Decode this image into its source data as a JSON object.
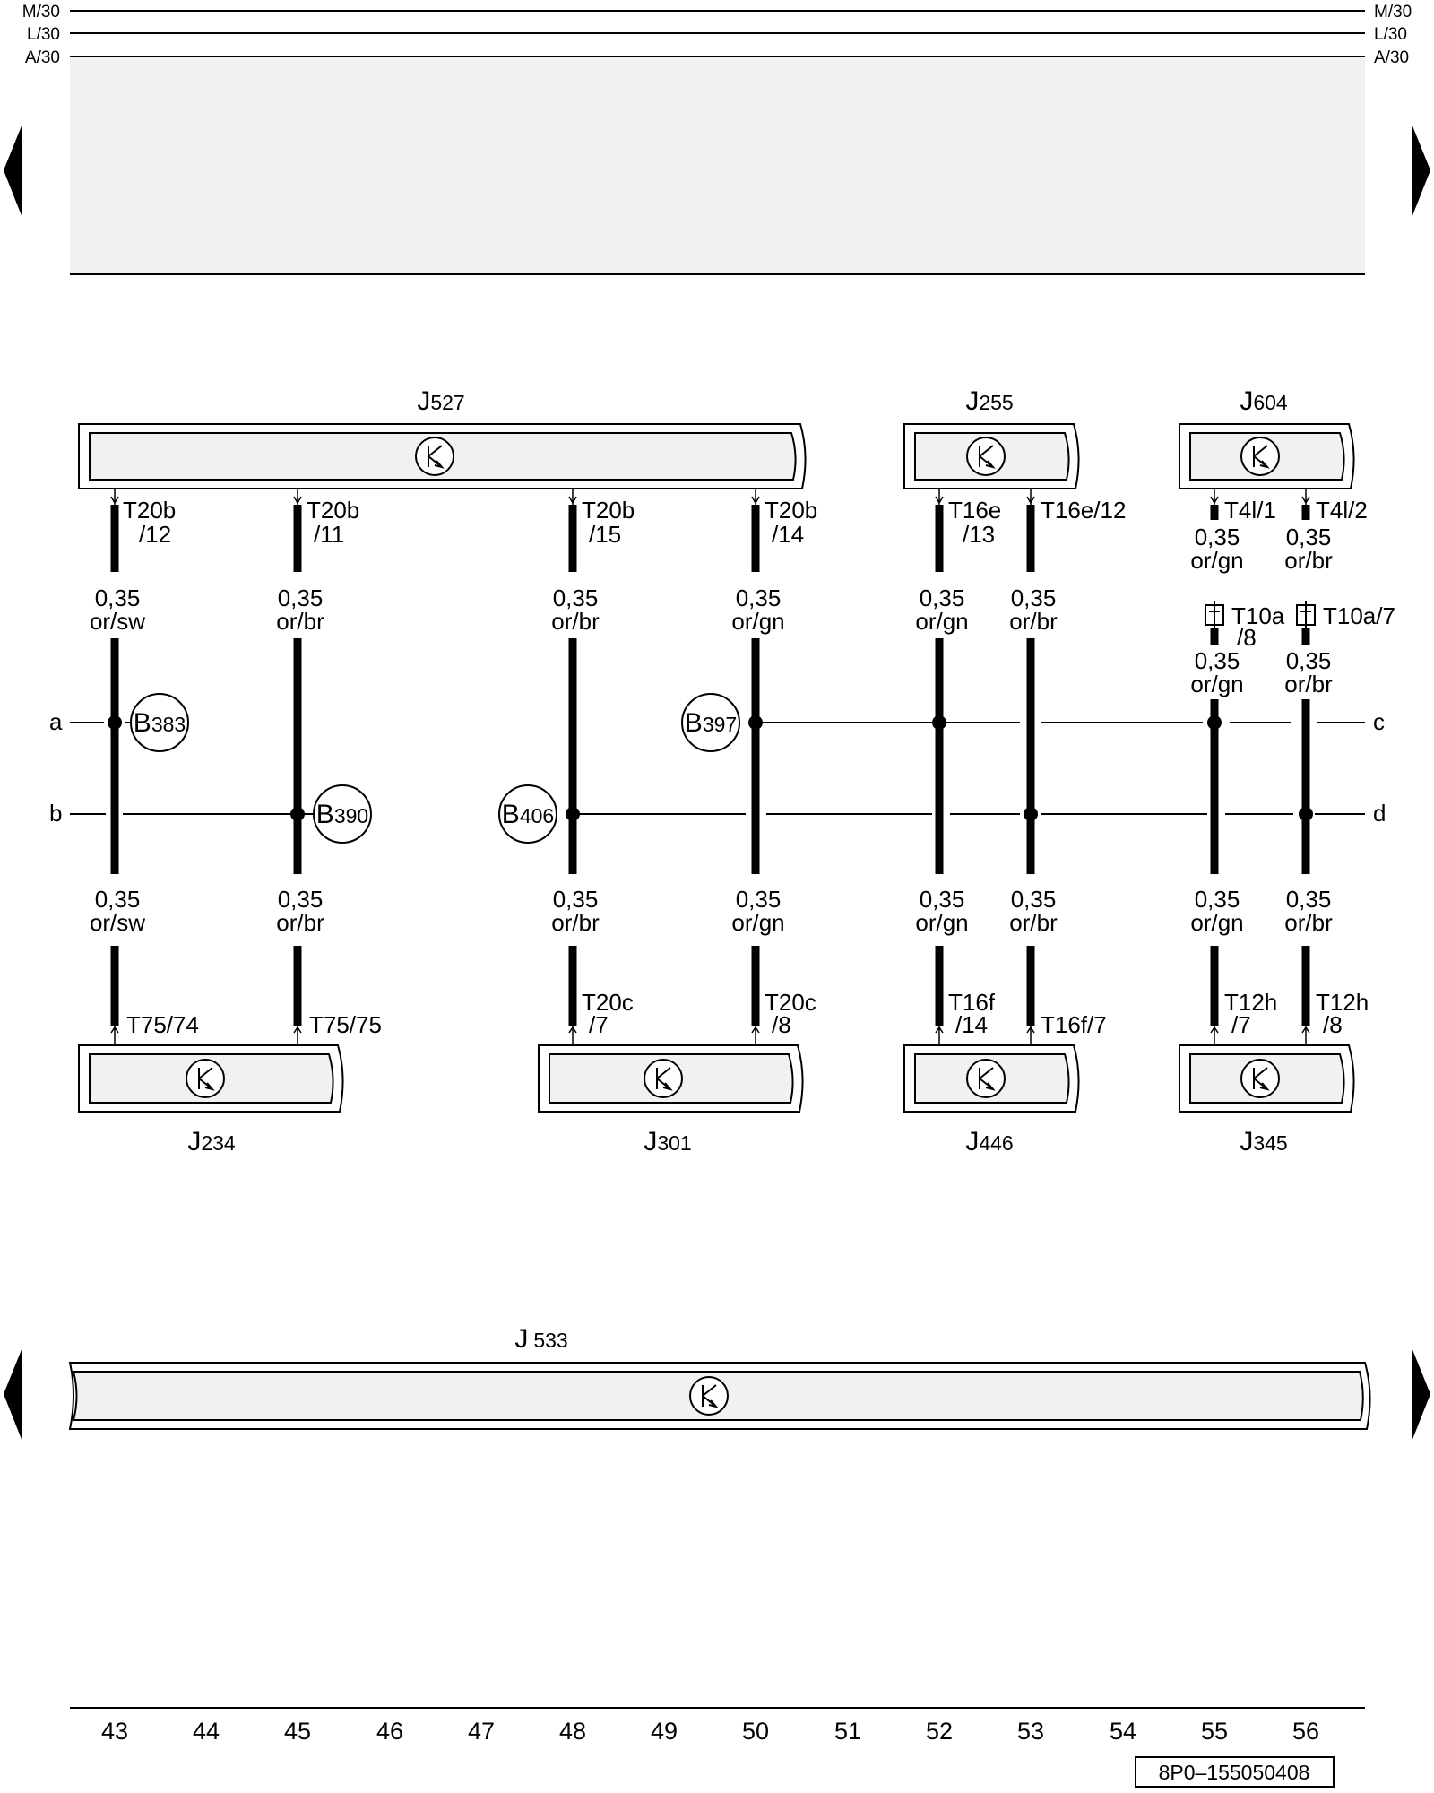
{
  "rails": {
    "top": "M/30",
    "mid": "L/30",
    "bottom": "A/30"
  },
  "components": {
    "j527": {
      "letter": "J",
      "sub": "527"
    },
    "j255": {
      "letter": "J",
      "sub": "255"
    },
    "j604": {
      "letter": "J",
      "sub": "604"
    },
    "j234": {
      "letter": "J",
      "sub": "234"
    },
    "j301": {
      "letter": "J",
      "sub": "301"
    },
    "j446": {
      "letter": "J",
      "sub": "446"
    },
    "j345": {
      "letter": "J",
      "sub": "345"
    },
    "j533": {
      "letter": "J",
      "sub": "533"
    }
  },
  "splices": {
    "b383": {
      "letter": "B",
      "sub": "383"
    },
    "b390": {
      "letter": "B",
      "sub": "390"
    },
    "b406": {
      "letter": "B",
      "sub": "406"
    },
    "b397": {
      "letter": "B",
      "sub": "397"
    }
  },
  "bus_labels": {
    "a": "a",
    "b": "b",
    "c": "c",
    "d": "d"
  },
  "top_pins": {
    "p43": [
      "T20b",
      "/12"
    ],
    "p45": [
      "T20b",
      "/11"
    ],
    "p48": [
      "T20b",
      "/15"
    ],
    "p50": [
      "T20b",
      "/14"
    ],
    "p52": [
      "T16e",
      "/13"
    ],
    "p53": "T16e/12",
    "p55": "T4l/1",
    "p56": "T4l/2"
  },
  "bottom_pins": {
    "p43": "T75/74",
    "p45": "T75/75",
    "p48": [
      "T20c",
      "/7"
    ],
    "p50": [
      "T20c",
      "/8"
    ],
    "p52": [
      "T16f",
      "/14"
    ],
    "p53": "T16f/7",
    "p55": [
      "T12h",
      "/7"
    ],
    "p56": [
      "T12h",
      "/8"
    ]
  },
  "connector_pins": {
    "p55": [
      "T10a",
      "/8"
    ],
    "p56": "T10a/7"
  },
  "wires": {
    "upper": {
      "p43": [
        "0,35",
        "or/sw"
      ],
      "p45": [
        "0,35",
        "or/br"
      ],
      "p48": [
        "0,35",
        "or/br"
      ],
      "p50": [
        "0,35",
        "or/gn"
      ],
      "p52": [
        "0,35",
        "or/gn"
      ],
      "p53": [
        "0,35",
        "or/br"
      ]
    },
    "lower": {
      "p43": [
        "0,35",
        "or/sw"
      ],
      "p45": [
        "0,35",
        "or/br"
      ],
      "p48": [
        "0,35",
        "or/br"
      ],
      "p50": [
        "0,35",
        "or/gn"
      ],
      "p52": [
        "0,35",
        "or/gn"
      ],
      "p53": [
        "0,35",
        "or/br"
      ],
      "p55": [
        "0,35",
        "or/gn"
      ],
      "p56": [
        "0,35",
        "or/br"
      ]
    },
    "connector_upper": {
      "p55": [
        "0,35",
        "or/gn"
      ],
      "p56": [
        "0,35",
        "or/br"
      ]
    },
    "connector_lower": {
      "p55": [
        "0,35",
        "or/gn"
      ],
      "p56": [
        "0,35",
        "or/br"
      ]
    }
  },
  "grid_numbers": [
    "43",
    "44",
    "45",
    "46",
    "47",
    "48",
    "49",
    "50",
    "51",
    "52",
    "53",
    "54",
    "55",
    "56"
  ],
  "drawing_code": "8P0–155050408",
  "icons": {
    "control_unit": "transistor-symbol-icon",
    "page_nav_left": "triangle-left-icon",
    "page_nav_right": "triangle-right-icon"
  }
}
